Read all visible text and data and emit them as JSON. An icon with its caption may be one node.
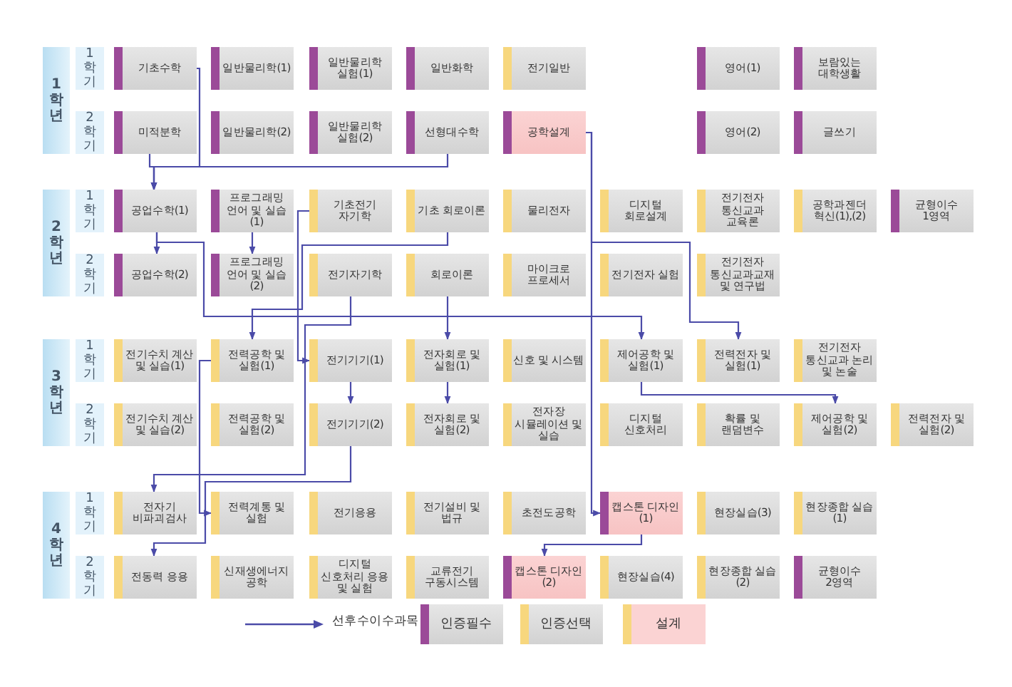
{
  "diagram": {
    "nodes": [
      {
        "text": [
          "1학년"
        ]
      },
      {
        "text": [
          "1학기"
        ]
      },
      {
        "text": [
          "2학기"
        ]
      },
      {
        "text": [
          "2학년"
        ]
      },
      {
        "text": [
          "1학기"
        ]
      },
      {
        "text": [
          "2학기"
        ]
      },
      {
        "text": [
          "3학년"
        ]
      },
      {
        "text": [
          "1학기"
        ]
      },
      {
        "text": [
          "2학기"
        ]
      },
      {
        "text": [
          "4학년"
        ]
      },
      {
        "text": [
          "1학기"
        ]
      },
      {
        "text": [
          "2학기"
        ]
      },
      {
        "text": [
          "기초수학"
        ]
      },
      {
        "text": [
          "일반물리학(1)"
        ]
      },
      {
        "text": [
          "일반물리학 실험(1)"
        ]
      },
      {
        "text": [
          "일반화학"
        ]
      },
      {
        "text": [
          "전기일반"
        ]
      },
      {
        "text": [
          "영어(1)"
        ]
      },
      {
        "text": [
          "보람있는 대학생활"
        ]
      },
      {
        "text": [
          "미적분학"
        ]
      },
      {
        "text": [
          "일반물리학(2)"
        ]
      },
      {
        "text": [
          "일반물리학 실험(2)"
        ]
      },
      {
        "text": [
          "선형대수학"
        ]
      },
      {
        "text": [
          "공학설계"
        ]
      },
      {
        "text": [
          "영어(2)"
        ]
      },
      {
        "text": [
          "글쓰기"
        ]
      },
      {
        "text": [
          "공업수학(1)"
        ]
      },
      {
        "text": [
          "프로그래밍 언어 및 실습(1)"
        ]
      },
      {
        "text": [
          "기초전기 자기학"
        ]
      },
      {
        "text": [
          "기초 회로이론"
        ]
      },
      {
        "text": [
          "물리전자"
        ]
      },
      {
        "text": [
          "디지털 회로설계"
        ]
      },
      {
        "text": [
          "전기전자 통신교과 교육론"
        ]
      },
      {
        "text": [
          "공학과젠더 혁신(1),(2)"
        ]
      },
      {
        "text": [
          "균형이수 1영역"
        ]
      },
      {
        "text": [
          "공업수학(2)"
        ]
      },
      {
        "text": [
          "프로그래밍 언어 및 실습(2)"
        ]
      },
      {
        "text": [
          "전기자기학"
        ]
      },
      {
        "text": [
          "회로이론"
        ]
      },
      {
        "text": [
          "마이크로 프로세서"
        ]
      },
      {
        "text": [
          "전기전자 실험"
        ]
      },
      {
        "text": [
          "전기전자 통신교과교재 및 연구법"
        ]
      },
      {
        "text": [
          "전기수치 계산 및 실습(1)"
        ]
      },
      {
        "text": [
          "전력공학 및 실험(1)"
        ]
      },
      {
        "text": [
          "전기기기(1)"
        ]
      },
      {
        "text": [
          "전자회로 및 실험(1)"
        ]
      },
      {
        "text": [
          "신호 및 시스템"
        ]
      },
      {
        "text": [
          "제어공학 및 실험(1)"
        ]
      },
      {
        "text": [
          "전력전자 및 실험(1)"
        ]
      },
      {
        "text": [
          "전기전자 통신교과 논리 및 논술"
        ]
      },
      {
        "text": [
          "전기수치 계산 및 실습(2)"
        ]
      },
      {
        "text": [
          "전력공학 및 실험(2)"
        ]
      },
      {
        "text": [
          "전기기기(2)"
        ]
      },
      {
        "text": [
          "전자회로 및 실험(2)"
        ]
      },
      {
        "text": [
          "전자장 시뮬레이션 및 실습"
        ]
      },
      {
        "text": [
          "디지털 신호처리"
        ]
      },
      {
        "text": [
          "확률 및 랜덤변수"
        ]
      },
      {
        "text": [
          "제어공학 및 실험(2)"
        ]
      },
      {
        "text": [
          "전력전자 및 실험(2)"
        ]
      },
      {
        "text": [
          "전자기 비파괴검사"
        ]
      },
      {
        "text": [
          "전력계통 및 실험"
        ]
      },
      {
        "text": [
          "전기응용"
        ]
      },
      {
        "text": [
          "전기설비 및 법규"
        ]
      },
      {
        "text": [
          "초전도공학"
        ]
      },
      {
        "text": [
          "캡스톤 디자인(1)"
        ]
      },
      {
        "text": [
          "현장실습(3)"
        ]
      },
      {
        "text": [
          "현장종합 실습(1)"
        ]
      },
      {
        "text": [
          "전동력 응용"
        ]
      },
      {
        "text": [
          "신재생에너지 공학"
        ]
      },
      {
        "text": [
          "디지털 신호처리 응용 및 실험"
        ]
      },
      {
        "text": [
          "교류전기 구동시스템"
        ]
      },
      {
        "text": [
          "캡스톤 디자인(2)"
        ]
      },
      {
        "text": [
          "현장실습(4)"
        ]
      },
      {
        "text": [
          "현장종합 실습(2)"
        ]
      },
      {
        "text": [
          "균형이수 2영역"
        ]
      }
    ],
    "edges": [
      {
        "from": 12,
        "to": 26,
        "arrow": "to"
      },
      {
        "from": 19,
        "to": 26,
        "arrow": "to"
      },
      {
        "from": 22,
        "to": 26,
        "arrow": "to"
      },
      {
        "from": 26,
        "to": 35,
        "arrow": "to"
      },
      {
        "from": 26,
        "to": 47,
        "arrow": "to"
      },
      {
        "from": 27,
        "to": 36,
        "arrow": "to"
      },
      {
        "from": 28,
        "to": 44,
        "arrow": "to"
      },
      {
        "from": 29,
        "to": 43,
        "arrow": "to"
      },
      {
        "from": 37,
        "to": 59,
        "arrow": "to"
      },
      {
        "from": 38,
        "to": 45,
        "arrow": "to"
      },
      {
        "from": 44,
        "to": 52,
        "arrow": "to"
      },
      {
        "from": 45,
        "to": 53,
        "arrow": "to"
      },
      {
        "from": 43,
        "to": 60,
        "arrow": "to"
      },
      {
        "from": 52,
        "to": 67,
        "arrow": "to"
      },
      {
        "from": 47,
        "to": 57,
        "arrow": "to"
      },
      {
        "from": 23,
        "to": 64,
        "arrow": "to"
      },
      {
        "from": 23,
        "to": 48,
        "arrow": "to"
      },
      {
        "from": 64,
        "to": 71,
        "arrow": "to"
      }
    ],
    "legend": [
      {
        "text": "선후수이수과목"
      },
      {
        "text": "인증필수",
        "color": "#9b4a98"
      },
      {
        "text": "인증선택",
        "color": "#f7d77e"
      },
      {
        "text": "설계",
        "color": "#fbd3d3"
      }
    ]
  }
}
